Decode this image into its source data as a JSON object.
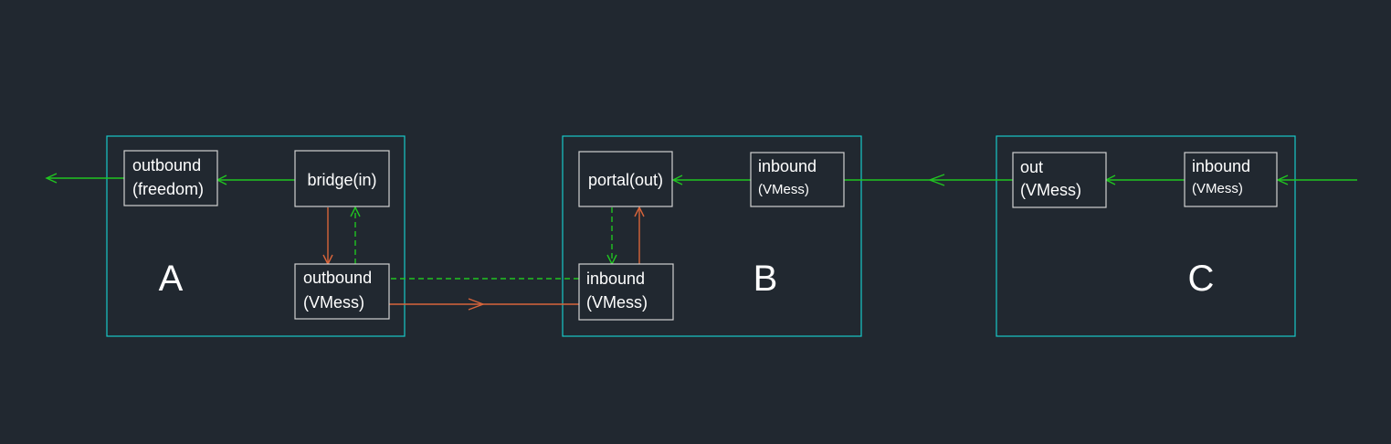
{
  "groups": {
    "a": {
      "label": "A"
    },
    "b": {
      "label": "B"
    },
    "c": {
      "label": "C"
    }
  },
  "nodes": {
    "a_outbound_freedom": {
      "line1": "outbound",
      "line2": "(freedom)"
    },
    "a_bridge_in": {
      "line1": "bridge(in)"
    },
    "a_outbound_vmess": {
      "line1": "outbound",
      "line2": "(VMess)"
    },
    "b_portal_out": {
      "line1": "portal(out)"
    },
    "b_inbound_top": {
      "line1": "inbound",
      "line2": "(VMess)"
    },
    "b_inbound_vmess": {
      "line1": "inbound",
      "line2": "(VMess)"
    },
    "c_out_vmess": {
      "line1": "out",
      "line2": "(VMess)"
    },
    "c_inbound_vmess": {
      "line1": "inbound",
      "line2": "(VMess)"
    }
  },
  "colors": {
    "background": "#212830",
    "group_border": "#18c8c8",
    "node_border": "#d0d0d0",
    "flow_green": "#21c421",
    "flow_orange": "#d8643a",
    "text": "#ffffff"
  }
}
